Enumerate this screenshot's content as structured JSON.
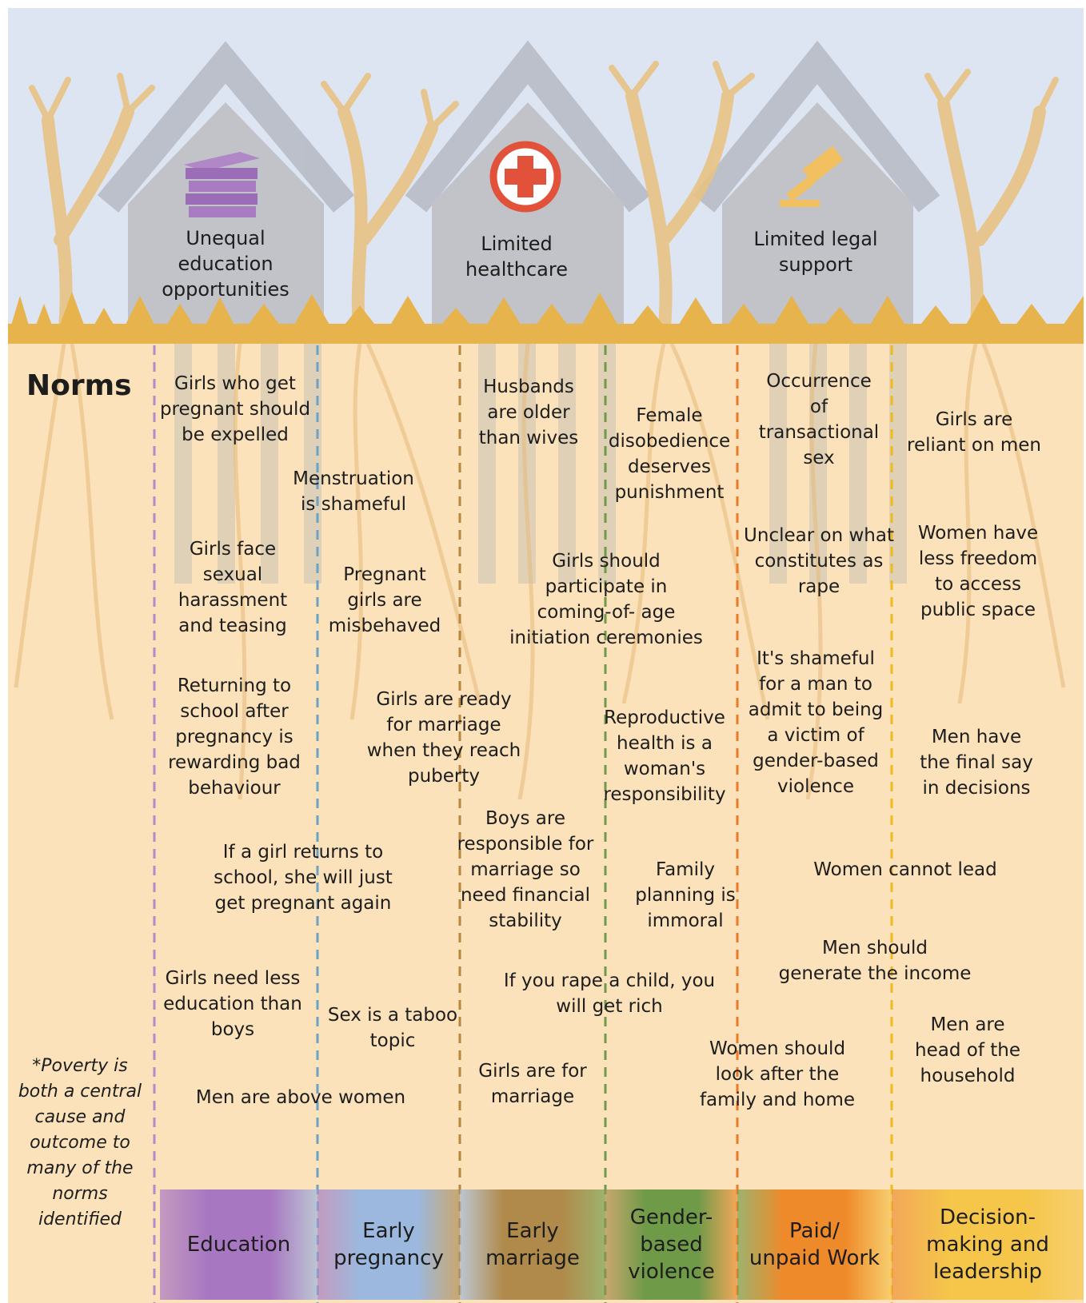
{
  "houses": [
    {
      "id": "education",
      "label": "Unequal\neducation\nopportunities",
      "icon": "books-icon",
      "color": "#a07ac0"
    },
    {
      "id": "health",
      "label": "Limited\nhealthcare",
      "icon": "medical-cross-icon",
      "color": "#e2523a"
    },
    {
      "id": "legal",
      "label": "Limited legal\nsupport",
      "icon": "gavel-icon",
      "color": "#f2c060"
    }
  ],
  "norms_heading": "Norms",
  "norms": [
    {
      "text": "Girls who get\npregnant should\nbe expelled"
    },
    {
      "text": "Menstruation\nis shameful"
    },
    {
      "text": "Girls face\nsexual\nharassment\nand teasing"
    },
    {
      "text": "Pregnant\ngirls are\nmisbehaved"
    },
    {
      "text": "Returning to\nschool after\npregnancy is\nrewarding bad\nbehaviour"
    },
    {
      "text": "If a girl returns to\nschool, she will just\nget pregnant again"
    },
    {
      "text": "Girls need less\neducation than\nboys"
    },
    {
      "text": "Sex is a taboo\ntopic"
    },
    {
      "text": "Men are above women"
    },
    {
      "text": "Husbands\nare older\nthan wives"
    },
    {
      "text": "Female\ndisobedience\ndeserves\npunishment"
    },
    {
      "text": "Girls should\nparticipate in\ncoming-of- age\ninitiation ceremonies"
    },
    {
      "text": "Girls are ready\nfor marriage\nwhen they reach\npuberty"
    },
    {
      "text": "Reproductive\nhealth is a\nwoman's\nresponsibility"
    },
    {
      "text": "Boys are\nresponsible for\nmarriage so\nneed financial\nstability"
    },
    {
      "text": "Family\nplanning is\nimmoral"
    },
    {
      "text": "If you rape a child, you\nwill get rich"
    },
    {
      "text": "Girls are for\nmarriage"
    },
    {
      "text": "Occurrence\nof\ntransactional\nsex"
    },
    {
      "text": "Girls are\nreliant on men"
    },
    {
      "text": "Unclear on what\nconstitutes as\nrape"
    },
    {
      "text": "Women have\nless freedom\nto access\npublic space"
    },
    {
      "text": "It's shameful\nfor a man to\nadmit to being\na victim of\ngender-based\nviolence"
    },
    {
      "text": "Men have\nthe final say\nin decisions"
    },
    {
      "text": "Women cannot lead"
    },
    {
      "text": "Men should\ngenerate the income"
    },
    {
      "text": "Men are\nhead of the\nhousehold"
    },
    {
      "text": "Women should\nlook after the\nfamily and home"
    }
  ],
  "footnote": "*Poverty is\nboth a central\ncause and\noutcome to\nmany of the\nnorms\nidentified",
  "categories": [
    {
      "label": "Education",
      "color": "#a877c2"
    },
    {
      "label": "Early\npregnancy",
      "color": "#9cb8de"
    },
    {
      "label": "Early\nmarriage",
      "color": "#b08a4a"
    },
    {
      "label": "Gender-\nbased\nviolence",
      "color": "#6f9a48"
    },
    {
      "label": "Paid/\nunpaid Work",
      "color": "#ef8a2a"
    },
    {
      "label": "Decision-\nmaking and\nleadership",
      "color": "#f5c64a"
    }
  ]
}
